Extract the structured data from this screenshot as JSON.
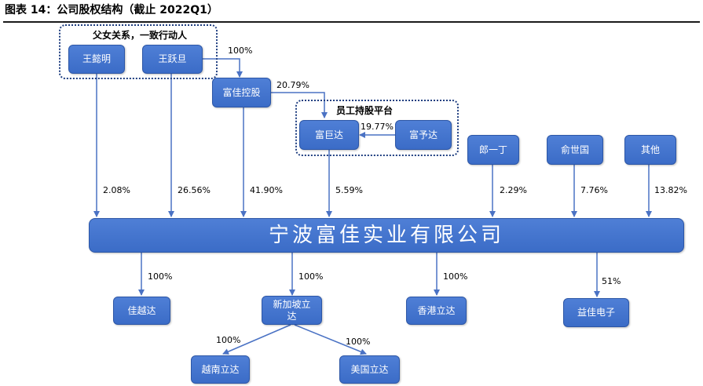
{
  "title": "图表 14：公司股权结构（截止 2022Q1）",
  "groups": {
    "family": "父女关系，一致行动人",
    "esop": "员工持股平台"
  },
  "nodes": {
    "wang_yiming": "王懿明",
    "wang_yuedan": "王跃旦",
    "fujia_holding": "富佳控股",
    "fujuda": "富巨达",
    "fuyuda": "富予达",
    "lang_yiding": "郎一丁",
    "yu_shiguo": "俞世国",
    "others": "其他",
    "company": "宁波富佳实业有限公司",
    "jiayueda": "佳越达",
    "singapore_lida": "新加坡立达",
    "hk_lida": "香港立达",
    "yijia_electronics": "益佳电子",
    "vietnam_lida": "越南立达",
    "usa_lida": "美国立达"
  },
  "percentages": {
    "wang_yuedan_to_holding": "100%",
    "holding_to_fujuda": "20.79%",
    "fuyuda_to_fujuda": "19.77%",
    "wang_yiming": "2.08%",
    "wang_yuedan": "26.56%",
    "fujia_holding": "41.90%",
    "fujuda": "5.59%",
    "lang_yiding": "2.29%",
    "yu_shiguo": "7.76%",
    "others": "13.82%",
    "jiayueda": "100%",
    "singapore_lida": "100%",
    "hk_lida": "100%",
    "yijia_electronics": "51%",
    "vietnam_lida": "100%",
    "usa_lida": "100%"
  },
  "colors": {
    "box_fill": "#4472c4",
    "line": "#4a72c4",
    "group_border": "#1f3e80"
  }
}
